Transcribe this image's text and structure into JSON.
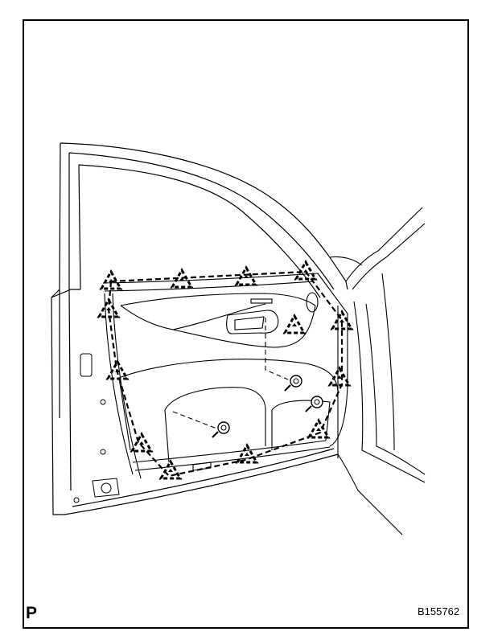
{
  "figure": {
    "corner_mark": "P",
    "figure_code": "B155762"
  },
  "colors": {
    "line": "#000000",
    "background": "#ffffff"
  },
  "clips": [
    {
      "id": "clip-1"
    },
    {
      "id": "clip-2"
    },
    {
      "id": "clip-3"
    },
    {
      "id": "clip-4"
    },
    {
      "id": "clip-5"
    },
    {
      "id": "clip-6"
    },
    {
      "id": "clip-7"
    },
    {
      "id": "clip-8"
    },
    {
      "id": "clip-9"
    },
    {
      "id": "clip-10"
    },
    {
      "id": "clip-11"
    },
    {
      "id": "clip-12"
    },
    {
      "id": "clip-13"
    },
    {
      "id": "clip-14"
    }
  ],
  "screws": [
    {
      "id": "screw-1"
    },
    {
      "id": "screw-2"
    },
    {
      "id": "screw-3"
    }
  ]
}
